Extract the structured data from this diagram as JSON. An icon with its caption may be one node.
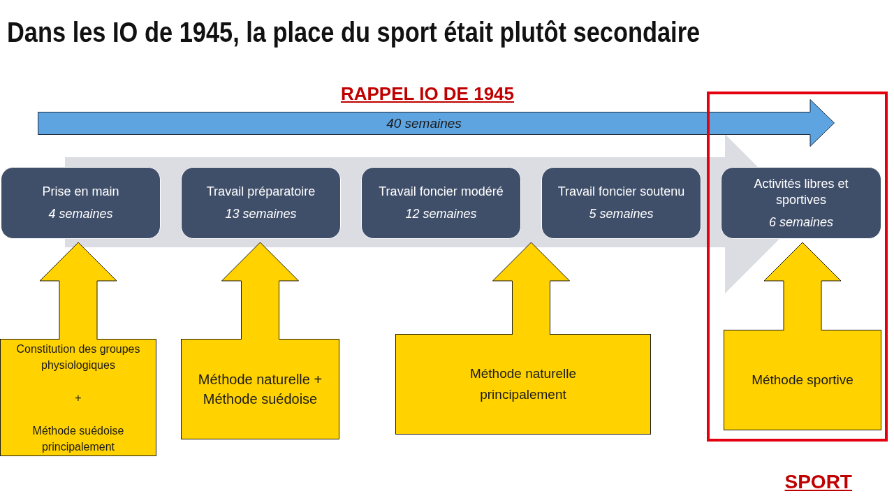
{
  "diagram": {
    "title": "Dans les IO de 1945, la place du sport était plutôt secondaire",
    "nodes": [
      {
        "text": [
          "40 semaines"
        ],
        "beside": [
          "RAPPEL IO DE 1945"
        ]
      },
      {
        "text": [
          "Prise en main",
          "4 semaines"
        ]
      },
      {
        "text": [
          "Travail préparatoire",
          "13 semaines"
        ]
      },
      {
        "text": [
          "Travail foncier modéré",
          "12 semaines"
        ]
      },
      {
        "text": [
          "Travail foncier soutenu",
          "5 semaines"
        ]
      },
      {
        "text": [
          "SPORT"
        ]
      },
      {
        "text": [
          "Activités libres et sportives",
          "6 semaines"
        ],
        "in": 5
      },
      {
        "text": [
          "Constitution des groupes physiologiques",
          "+",
          "Méthode suédoise principalement"
        ]
      },
      {
        "text": [
          "Méthode naturelle + Méthode suédoise"
        ]
      },
      {
        "text": [
          "Méthode naturelle principalement"
        ]
      },
      {
        "text": [
          "Méthode sportive"
        ],
        "in": 5
      }
    ],
    "edges": [
      {
        "from": 7,
        "to": 1,
        "arrow": "to"
      },
      {
        "from": 8,
        "to": 2,
        "arrow": "to"
      },
      {
        "from": 9,
        "to": 3,
        "arrow": "to"
      },
      {
        "from": 9,
        "to": 4,
        "arrow": "to"
      },
      {
        "from": 10,
        "to": 6,
        "arrow": "to"
      }
    ]
  }
}
